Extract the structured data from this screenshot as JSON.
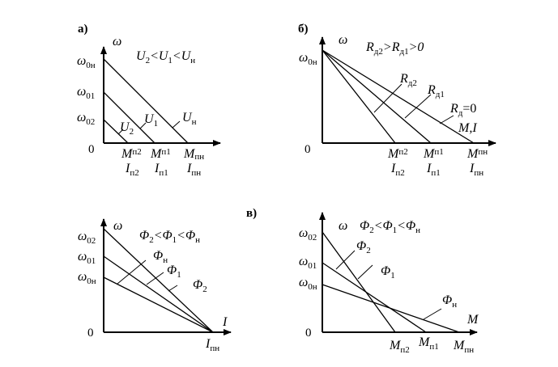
{
  "panel_a": {
    "tag": "а)",
    "y_axis": "ω",
    "zero": "0",
    "cond": [
      "U",
      "2",
      "<U",
      "1",
      "<U",
      "н"
    ],
    "w0n": [
      "ω",
      "0н"
    ],
    "w01": [
      "ω",
      "01"
    ],
    "w02": [
      "ω",
      "02"
    ],
    "U2": [
      "U",
      "2"
    ],
    "U1": [
      "U",
      "1"
    ],
    "Un": [
      "U",
      "н"
    ],
    "Mp2": [
      "M",
      "п2"
    ],
    "Mp1": [
      "M",
      "п1"
    ],
    "Mpn": [
      "M",
      "пн"
    ],
    "Ip2": [
      "I",
      "п2"
    ],
    "Ip1": [
      "I",
      "п1"
    ],
    "Ipn": [
      "I",
      "пн"
    ]
  },
  "panel_b": {
    "tag": "б)",
    "y_axis": "ω",
    "zero": "0",
    "x_axis": "M,I",
    "cond": [
      "R",
      "д2",
      ">R",
      "д1",
      ">0"
    ],
    "w0n": [
      "ω",
      "0н"
    ],
    "Rd2": [
      "R",
      "д2"
    ],
    "Rd1": [
      "R",
      "д1"
    ],
    "Rd0": [
      "R",
      "д",
      "=0"
    ],
    "Mp2": [
      "M",
      "п2"
    ],
    "Mp1": [
      "M",
      "п1"
    ],
    "Mpn": [
      "M",
      "пн"
    ],
    "Ip2": [
      "I",
      "п2"
    ],
    "Ip1": [
      "I",
      "п1"
    ],
    "Ipn": [
      "I",
      "пн"
    ]
  },
  "panel_c": {
    "tag": "в)",
    "y_axis": "ω",
    "zero": "0",
    "x_axis": "I",
    "cond": [
      "Φ",
      "2",
      "<Φ",
      "1",
      "<Φ",
      "н"
    ],
    "w02": [
      "ω",
      "02"
    ],
    "w01": [
      "ω",
      "01"
    ],
    "w0n": [
      "ω",
      "0н"
    ],
    "Fn": [
      "Φ",
      "н"
    ],
    "F1": [
      "Φ",
      "1"
    ],
    "F2": [
      "Φ",
      "2"
    ],
    "Ipn": [
      "I",
      "пн"
    ]
  },
  "panel_d": {
    "y_axis": "ω",
    "zero": "0",
    "x_axis": "M",
    "cond": [
      "Φ",
      "2",
      "<Φ",
      "1",
      "<Φ",
      "н"
    ],
    "w02": [
      "ω",
      "02"
    ],
    "w01": [
      "ω",
      "01"
    ],
    "w0n": [
      "ω",
      "0н"
    ],
    "F2": [
      "Φ",
      "2"
    ],
    "F1": [
      "Φ",
      "1"
    ],
    "Fn": [
      "Φ",
      "н"
    ],
    "Mp2": [
      "M",
      "п2"
    ],
    "Mp1": [
      "M",
      "п1"
    ],
    "Mpn": [
      "M",
      "пн"
    ]
  }
}
